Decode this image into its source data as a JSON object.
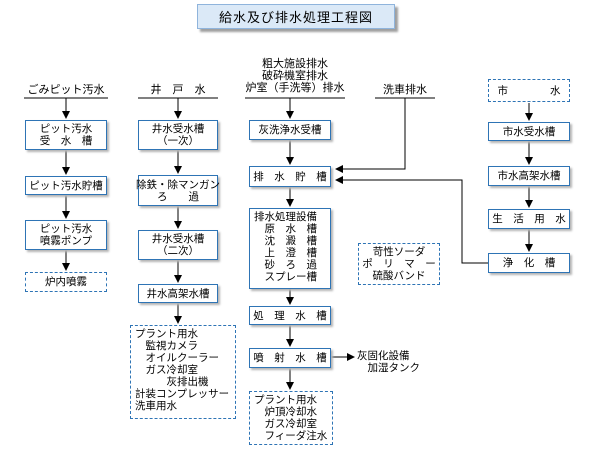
{
  "title": "給水及び排水処理工程図",
  "headers": {
    "pit": "ごみピット汚水",
    "well": "井　戸　水",
    "drain": "粗大施設排水\n破砕機室排水\n炉室（手洗等）排水",
    "carwash": "洗車排水",
    "city": "市　　　　水"
  },
  "col1": {
    "b1": "ピット汚水\n受　水　槽",
    "b2": "ピット汚水貯槽",
    "b3": "ピット汚水\n噴霧ポンプ",
    "b4": "炉内噴霧"
  },
  "col2": {
    "b1": "井水受水槽\n（一次）",
    "b2": "除鉄・除マンガン\nろ　　過",
    "b3": "井水受水槽\n（二次）",
    "b4": "井水高架水槽",
    "plant": "プラント用水\n　監視カメラ\n　オイルクーラー\n　ガス冷却室\n　　　灰排出機\n計装コンプレッサー\n洗車用水"
  },
  "col3": {
    "b1": "灰洗浄水受槽",
    "b2": "排　水　貯　槽",
    "b3": "排水処理設備\n　原　水　槽\n　沈　澱　槽\n　上　澄　槽\n　砂　ろ　過\n　スプレー槽",
    "b4": "処　理　水　槽",
    "b5": "噴　射　水　槽",
    "plant": "プラント用水\n　炉頂冷却水\n　ガス冷却室\n　フィーダ注水"
  },
  "chemicals": "苛性ソーダ\nポ　リ　マ　ー\n硫酸バンド",
  "ash": "灰固化設備\n　加湿タンク",
  "col5": {
    "b1": "市水受水槽",
    "b2": "市水高架水槽",
    "b3": "生　活　用　水",
    "b4": "浄　化　槽"
  },
  "colors": {
    "line": "#000000",
    "border": "#2e74b5",
    "title_bg": "#dbe9f7"
  }
}
